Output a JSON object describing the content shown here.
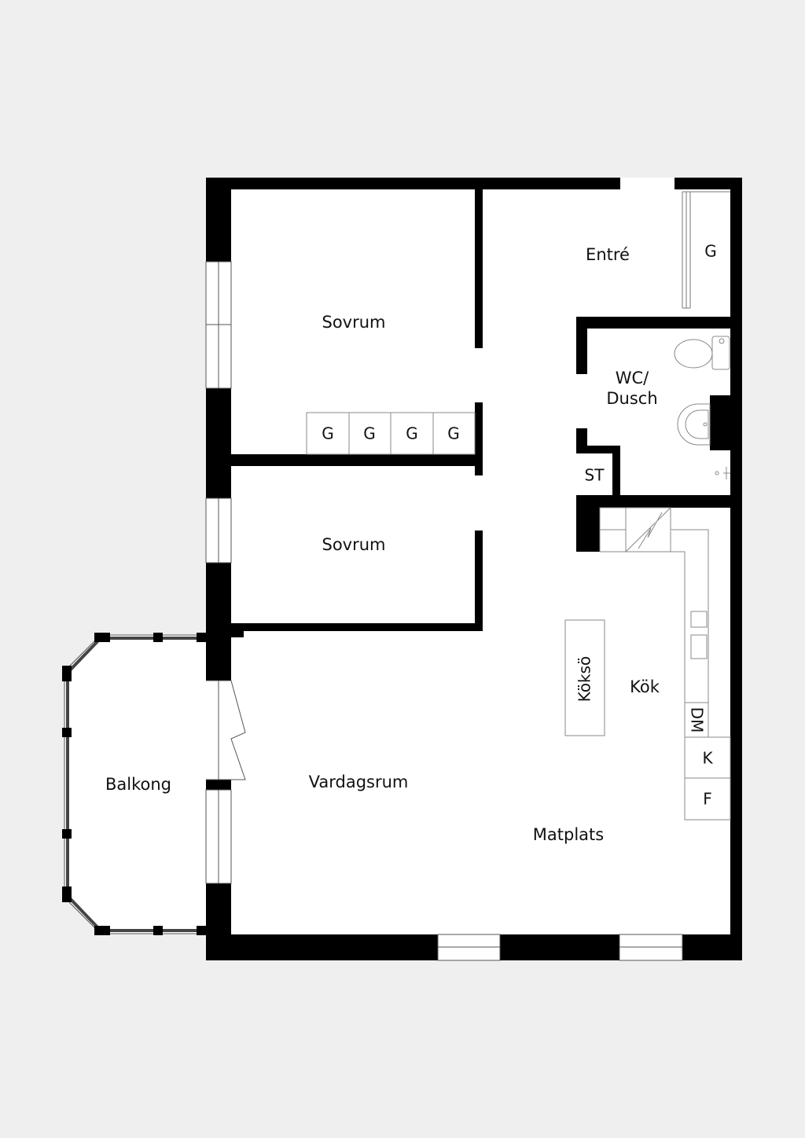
{
  "rooms": {
    "sovrum_1": "Sovrum",
    "sovrum_2": "Sovrum",
    "entre": "Entré",
    "wc_line1": "WC/",
    "wc_line2": "Dusch",
    "st": "ST",
    "kok": "Kök",
    "kokso": "Köksö",
    "vardagsrum": "Vardagsrum",
    "matplats": "Matplats",
    "balkong": "Balkong"
  },
  "fixtures": {
    "garderob": "G",
    "diskmaskin": "DM",
    "kyl": "K",
    "frys": "F"
  },
  "colors": {
    "background": "#efefef",
    "floor": "#ffffff",
    "wall": "#000000",
    "line": "#888888"
  }
}
